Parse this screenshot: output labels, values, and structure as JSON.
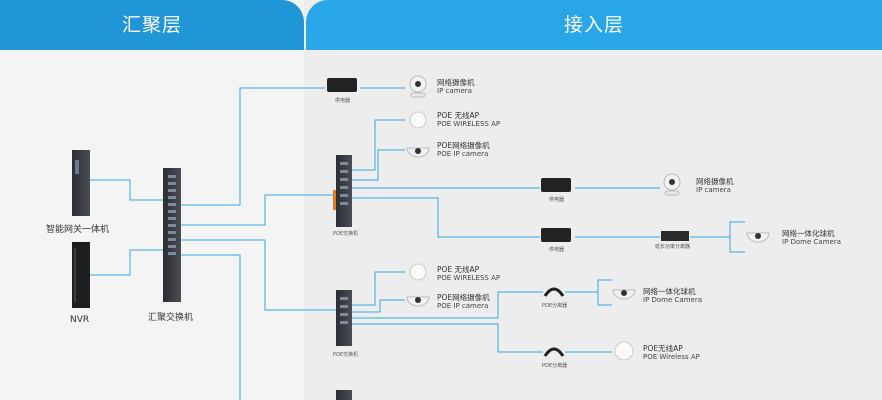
{
  "headers": {
    "left": "汇聚层",
    "right": "接入层"
  },
  "core": {
    "gateway": "智能网关一体机",
    "nvr": "NVR",
    "switch": "汇聚交换机"
  },
  "poe_switch_label": "POE交换机",
  "power_supply": "供电器",
  "extender": "延长功率分离器",
  "splitter": "POE分离器",
  "devices": {
    "ip_camera_cn": "网络摄像机",
    "ip_camera_en": "IP camera",
    "poe_ap_cn": "POE 无线AP",
    "poe_ap_en": "POE WIRELESS AP",
    "poe_ip_cam_cn": "POE网络摄像机",
    "poe_ip_cam_en": "POE IP camera",
    "dome_cn": "网络一体化球机",
    "dome_en": "IP Dome Camera",
    "poe_ap2_cn": "POE无线AP",
    "poe_ap2_en": "POE Wireless AP"
  },
  "colors": {
    "line": "#35a8e0",
    "header": "#2196d6"
  }
}
